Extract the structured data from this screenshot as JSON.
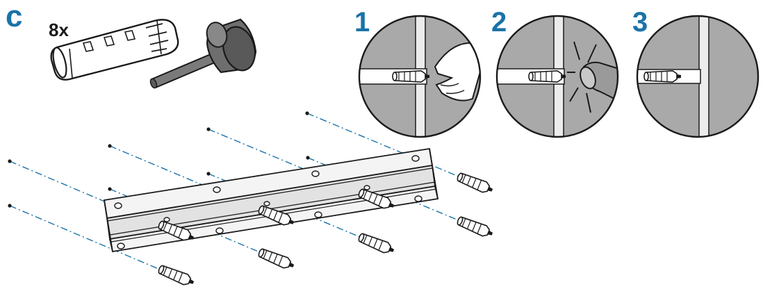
{
  "labels": {
    "section": "c",
    "quantity": "8x",
    "steps": [
      "1",
      "2",
      "3"
    ]
  },
  "colors": {
    "accent_blue": "#1a73a8",
    "wall_gray": "#a9a9a9",
    "rail_fill": "#f4f4f4",
    "line": "#1a1a1a",
    "guide": "#1a73a8"
  },
  "icons": [
    "wall-plug-icon",
    "mallet-icon",
    "wall-rail",
    "hammer-head"
  ]
}
